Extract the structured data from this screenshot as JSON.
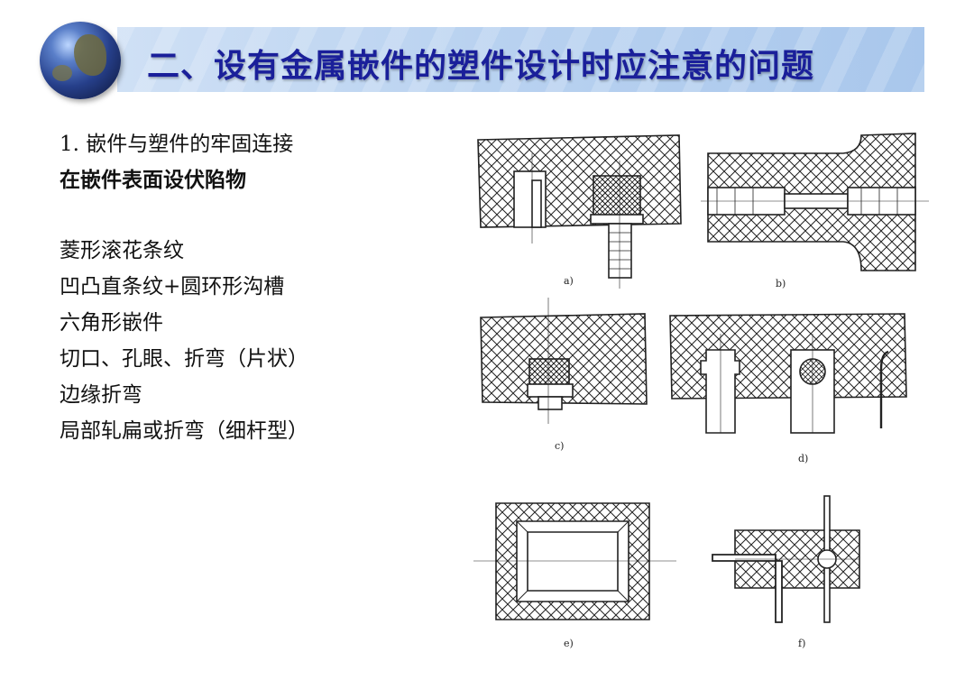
{
  "header": {
    "title": "二、设有金属嵌件的塑件设计时应注意的问题"
  },
  "body": {
    "heading_numbered": "1.  嵌件与塑件的牢固连接",
    "heading_bold": "在嵌件表面设伏陷物",
    "items": [
      "菱形滚花条纹",
      "凹凸直条纹+圆环形沟槽",
      "六角形嵌件",
      "切口、孔眼、折弯（片状）",
      "边缘折弯",
      "局部轧扁或折弯（细杆型）"
    ]
  },
  "figure": {
    "labels": [
      "a)",
      "b)",
      "c)",
      "d)",
      "e)",
      "f)"
    ]
  },
  "colors": {
    "title_text": "#1a1f9a",
    "title_band": "#b9d2f0"
  }
}
